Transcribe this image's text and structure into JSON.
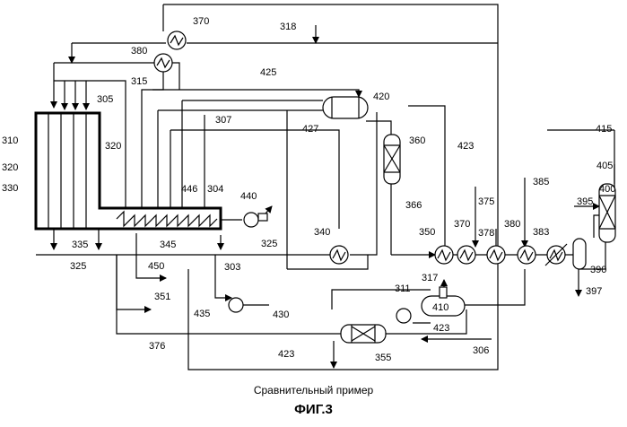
{
  "caption": "Сравнительный пример",
  "figure_label": "ФИГ.3",
  "labels": {
    "l310": "310",
    "l320a": "320",
    "l330": "330",
    "l320b": "320",
    "l305": "305",
    "l315": "315",
    "l380a": "380",
    "l370a": "370",
    "l318": "318",
    "l425": "425",
    "l420": "420",
    "l307": "307",
    "l427": "427",
    "l360": "360",
    "l423a": "423",
    "l415": "415",
    "l405": "405",
    "l400": "400",
    "l395": "395",
    "l385": "385",
    "l375": "375",
    "l366": "366",
    "l446": "446",
    "l304": "304",
    "l440": "440",
    "l340": "340",
    "l350": "350",
    "l370b": "370",
    "l378": "378",
    "l380b": "380",
    "l383": "383",
    "l390": "390",
    "l397": "397",
    "l335": "335",
    "l345": "345",
    "l325a": "325",
    "l325b": "325",
    "l450": "450",
    "l303": "303",
    "l351": "351",
    "l317": "317",
    "l311": "311",
    "l410": "410",
    "l423b": "423",
    "l435": "435",
    "l430": "430",
    "l376": "376",
    "l355": "355",
    "l306": "306",
    "l423c": "423"
  }
}
